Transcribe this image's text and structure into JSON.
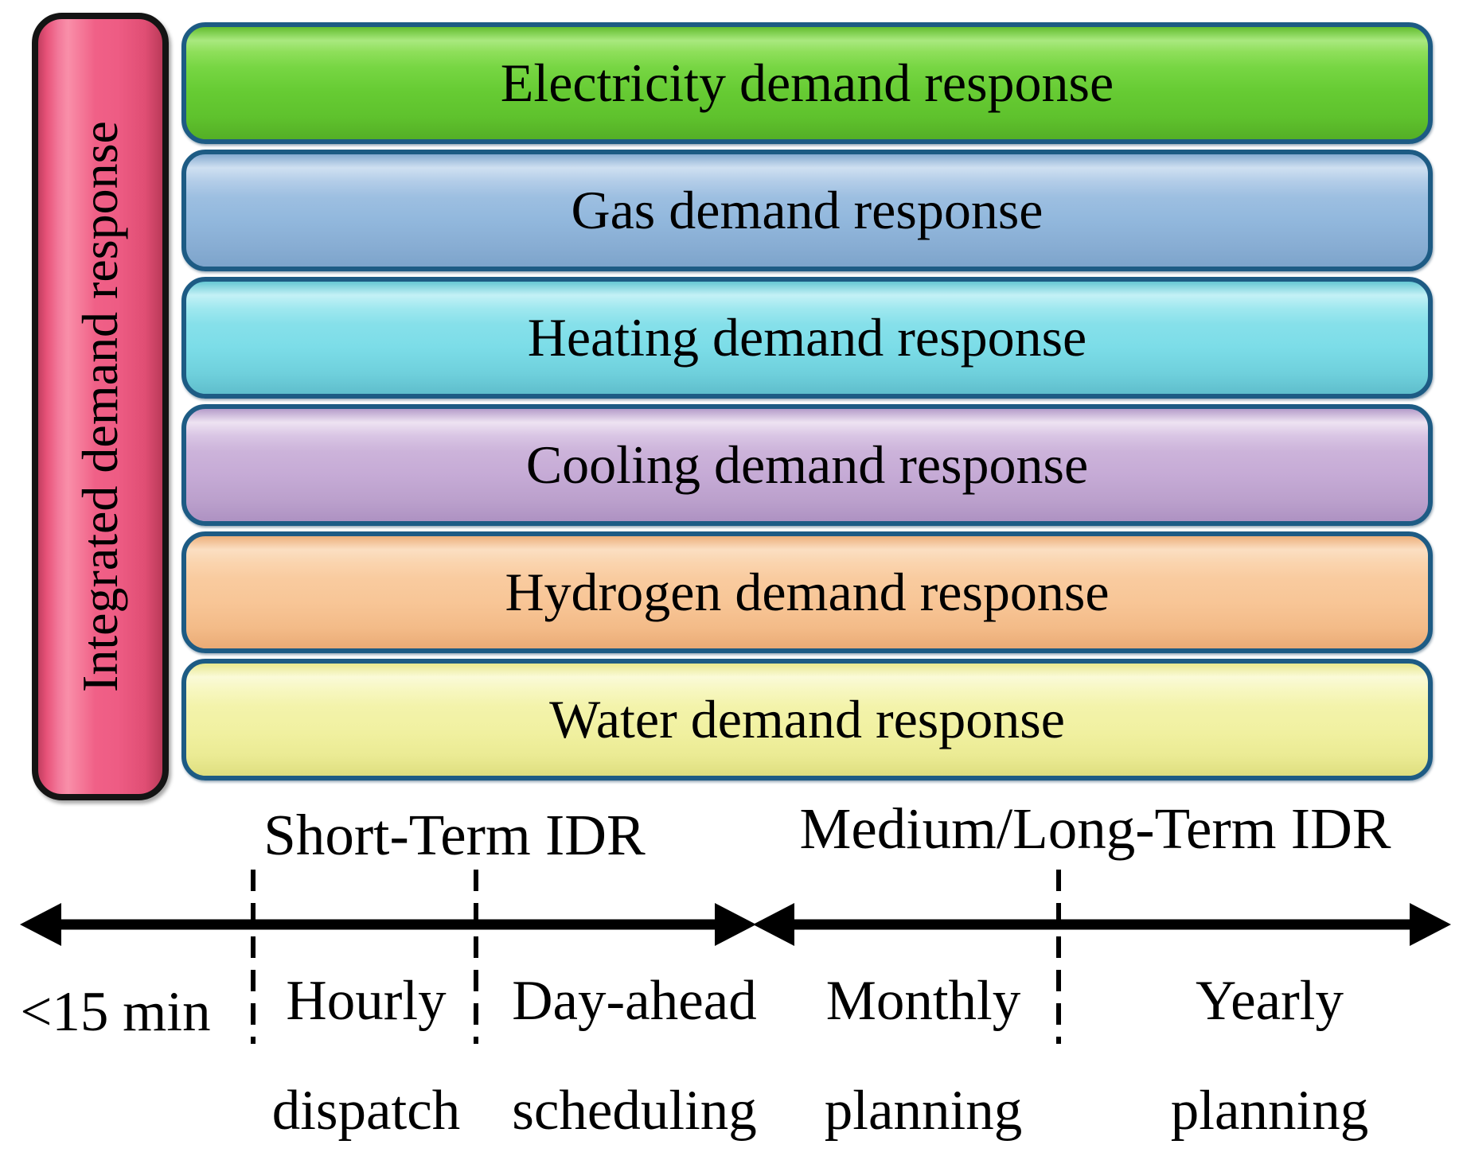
{
  "figure": {
    "background": "#ffffff",
    "kind": "integrated-demand-response-diagram"
  },
  "sidebar": {
    "label": "Integrated demand response",
    "fill_color": "#ee5c84",
    "border_color": "#141414"
  },
  "bars": [
    {
      "label": "Electricity demand response",
      "color": "#66cb33"
    },
    {
      "label": "Gas demand response",
      "color": "#92b8dd"
    },
    {
      "label": "Heating demand response",
      "color": "#7cdde8"
    },
    {
      "label": "Cooling demand response",
      "color": "#c6abd6"
    },
    {
      "label": "Hydrogen demand response",
      "color": "#f8c697"
    },
    {
      "label": "Water demand response",
      "color": "#f1f1a2"
    }
  ],
  "bar_border_color": "#1d5b84",
  "timeline": {
    "arrow_color": "#000000",
    "sections": [
      {
        "title": "Short-Term IDR"
      },
      {
        "title": "Medium/Long-Term IDR"
      }
    ],
    "intervals": [
      {
        "line1": "<15 min",
        "line2": ""
      },
      {
        "line1": "Hourly",
        "line2": "dispatch"
      },
      {
        "line1": "Day-ahead",
        "line2": "scheduling"
      },
      {
        "line1": "Monthly",
        "line2": "planning"
      },
      {
        "line1": "Yearly",
        "line2": "planning"
      }
    ]
  }
}
